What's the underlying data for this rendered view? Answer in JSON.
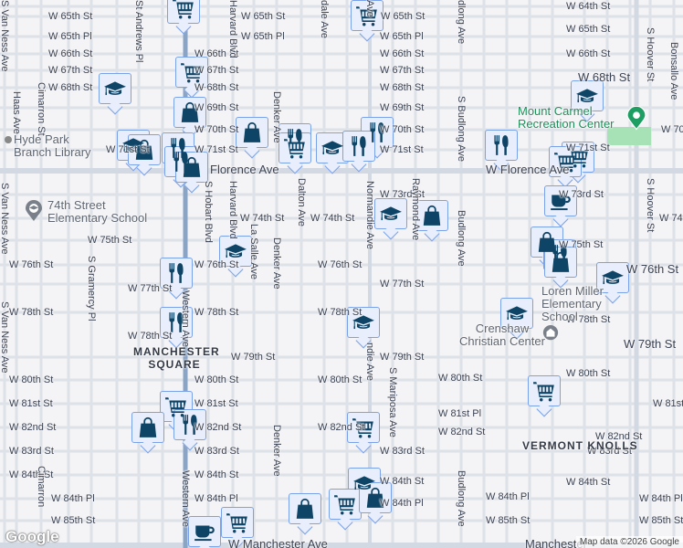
{
  "map": {
    "colors": {
      "background": "#f4f3f5",
      "road": "#d9dee6",
      "highway": "#8aa4c6",
      "marker_fill": "#e8eefb",
      "marker_border": "#7aa2e8",
      "marker_icon": "#0e4466",
      "park": "#a7e2b7",
      "poi_green": "#1e8e5a"
    },
    "streets": [
      "W 65th St",
      "W 65th St",
      "W 65th St",
      "W 64th St",
      "W 65th St",
      "W 65th Pl",
      "W 65th Pl",
      "W 65th Pl",
      "W 66th St",
      "W 66th St",
      "W 66th St",
      "W 66th St",
      "W 67th St",
      "W 67th St",
      "W 67th St",
      "W 68th St",
      "W 68th St",
      "W 68th St",
      "W 68th St",
      "W 69th St",
      "W 69th St",
      "W 70th St",
      "W 70th St",
      "W 70th St",
      "W 71st St",
      "W 71st St",
      "W 71st St",
      "W 71st St",
      "Florence Ave",
      "W Florence Ave",
      "W 73rd St",
      "W 73rd St",
      "W 74th St",
      "W 74th St",
      "W 74th St",
      "W 74th",
      "W 75th St",
      "W 75th St",
      "W 76th St",
      "W 76th St",
      "W 76th St",
      "W 76th St",
      "W 77th St",
      "W 77th St",
      "W 78th St",
      "W 78th St",
      "W 78th St",
      "W 78th St",
      "W 78th St",
      "W 79th St",
      "W 79th St",
      "W 79th St",
      "W 80th St",
      "W 80th St",
      "W 80th St",
      "W 80th St",
      "W 80th St",
      "W 81st St",
      "W 81st St",
      "W 81st Pl",
      "W 81st St",
      "W 82nd St",
      "W 82nd St",
      "W 82nd St",
      "W 82nd St",
      "W 82nd St",
      "W 83rd St",
      "W 83rd St",
      "W 83rd St",
      "W 83rd St",
      "W 84th St",
      "W 84th St",
      "W 84th St",
      "W 84th St",
      "W 84th Pl",
      "W 84th Pl",
      "W 84th Pl",
      "W 84th Pl",
      "W 84th Pl",
      "W 85th St",
      "W 85th St",
      "W 85th St",
      "W Manchester Ave",
      "Manchester",
      "S Van Ness Ave",
      "S Van Ness Ave",
      "S Van Ness Ave",
      "Haas Ave",
      "Cimarron St",
      "Cimarron",
      "St Andrews Pl",
      "S Gramercy Pl",
      "Harvard Blvd",
      "Harvard Blvd",
      "S Hobart Blvd",
      "La Salle Ave",
      "Denker Ave",
      "Denker Ave",
      "Denker Ave",
      "Dalton Ave",
      "dale Ave",
      "Ave",
      "Normandie Ave",
      "ndie Ave",
      "Raymond Ave",
      "dlong Ave",
      "S Budlong Ave",
      "Budlong Ave",
      "Budlong Ave",
      "S Mariposa Ave",
      "Western Ave",
      "Western Ave",
      "S Hoover St",
      "S Hoover St",
      "Bonsallo Ave"
    ],
    "pois": {
      "library": "Hyde Park Branch Library",
      "school_74th": "74th Street Elementary School",
      "rec_center": "Mount Carmel Recreation Center",
      "loren_miller": "Loren Miller Elementary School",
      "crenshaw": "Crenshaw Christian Center"
    },
    "neighborhoods": {
      "manchester_square": "MANCHESTER SQUARE",
      "vermont_knolls": "VERMONT KNOLLS"
    },
    "markers": [
      {
        "icon": "shopping-cart"
      },
      {
        "icon": "shopping-cart"
      },
      {
        "icon": "shopping-cart"
      },
      {
        "icon": "graduation-cap"
      },
      {
        "icon": "shopping-bag"
      },
      {
        "icon": "shopping-bag"
      },
      {
        "icon": "restaurant"
      },
      {
        "icon": "shopping-cart"
      },
      {
        "icon": "graduation-cap"
      },
      {
        "icon": "restaurant"
      },
      {
        "icon": "restaurant"
      },
      {
        "icon": "graduation-cap"
      },
      {
        "icon": "shopping-bag"
      },
      {
        "icon": "restaurant"
      },
      {
        "icon": "restaurant"
      },
      {
        "icon": "shopping-bag"
      },
      {
        "icon": "graduation-cap"
      },
      {
        "icon": "restaurant"
      },
      {
        "icon": "shopping-cart"
      },
      {
        "icon": "shopping-cart"
      },
      {
        "icon": "coffee-cup"
      },
      {
        "icon": "graduation-cap"
      },
      {
        "icon": "shopping-bag"
      },
      {
        "icon": "shopping-bag"
      },
      {
        "icon": "restaurant"
      },
      {
        "icon": "shopping-bag"
      },
      {
        "icon": "graduation-cap"
      },
      {
        "icon": "graduation-cap"
      },
      {
        "icon": "restaurant"
      },
      {
        "icon": "graduation-cap"
      },
      {
        "icon": "restaurant"
      },
      {
        "icon": "graduation-cap"
      },
      {
        "icon": "shopping-cart"
      },
      {
        "icon": "shopping-cart"
      },
      {
        "icon": "shopping-bag"
      },
      {
        "icon": "restaurant"
      },
      {
        "icon": "shopping-cart"
      },
      {
        "icon": "graduation-cap"
      },
      {
        "icon": "shopping-bag"
      },
      {
        "icon": "shopping-cart"
      },
      {
        "icon": "shopping-bag"
      },
      {
        "icon": "coffee-cup"
      },
      {
        "icon": "shopping-cart"
      }
    ],
    "logo": "Google",
    "attribution": "Map data ©2026 Google"
  }
}
